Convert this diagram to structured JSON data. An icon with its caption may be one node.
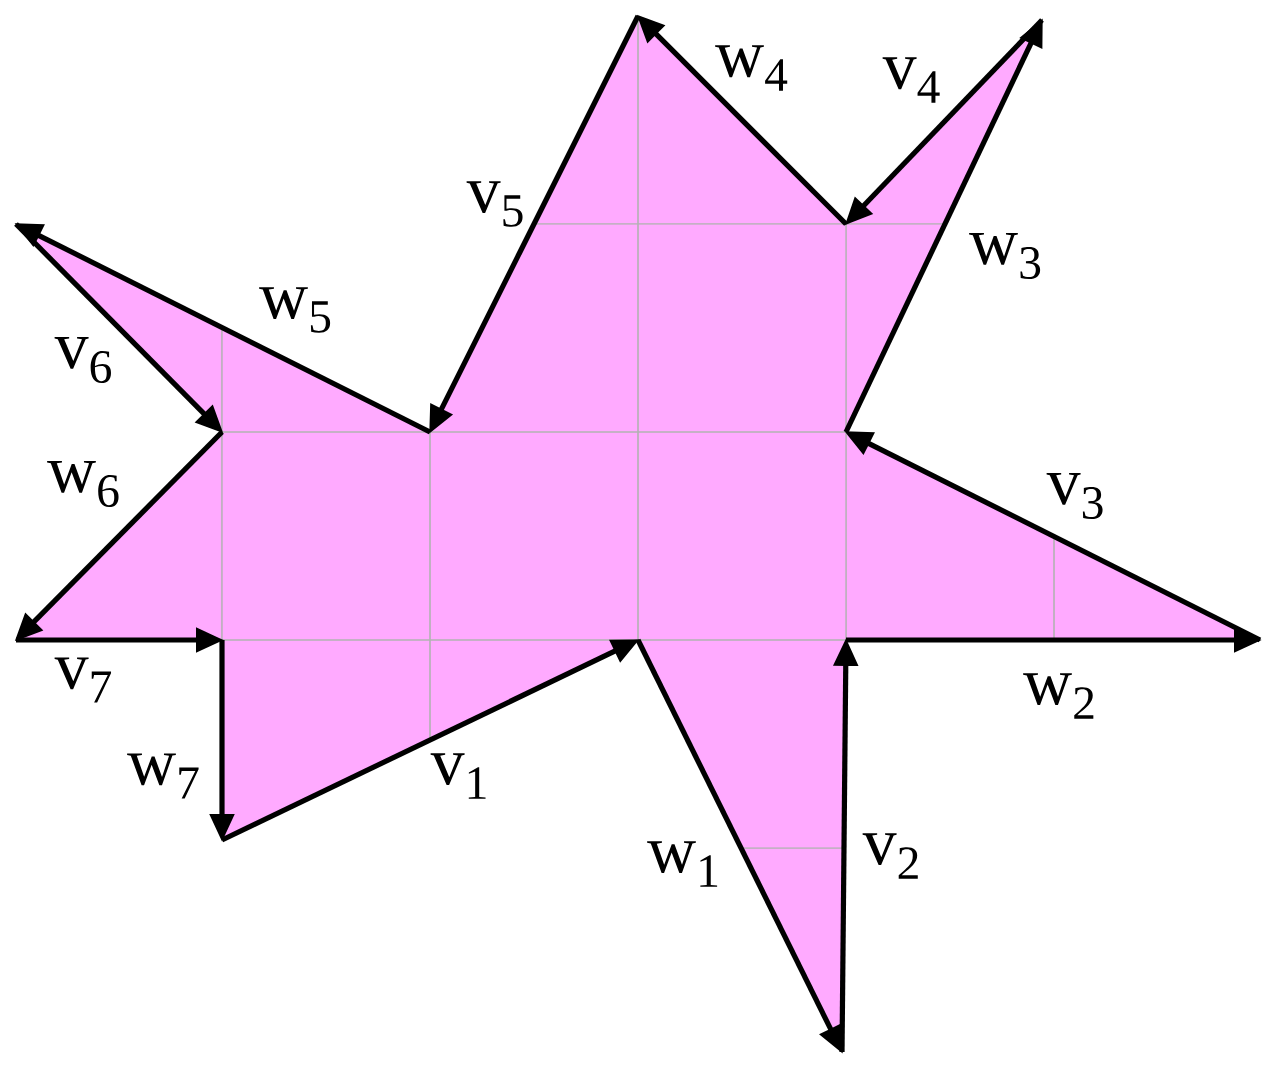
{
  "diagram": {
    "labels": [
      "w$_{4}$",
      "v$_{4}$",
      "v$_{5}$",
      "w$_{3}$",
      "w$_{5}$",
      "v$_{6}$",
      "w$_{6}$",
      "v$_{3}$",
      "v$_{7}$",
      "w$_{2}$",
      "w$_{7}$",
      "v$_{1}$",
      "w$_{1}$",
      "v$_{2}$"
    ]
  }
}
